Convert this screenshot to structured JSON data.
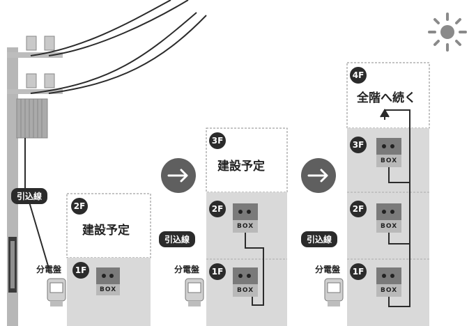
{
  "scene1": {
    "intro_line_label": "引込線",
    "distribution_board_label": "分電盤",
    "floor1": "1F",
    "floor2": "2F",
    "planned_text": "建設予定",
    "box_label": "BOX"
  },
  "scene2": {
    "intro_line_label": "引込線",
    "distribution_board_label": "分電盤",
    "floor1": "1F",
    "floor2": "2F",
    "floor3": "3F",
    "planned_text": "建設予定",
    "box_label": "BOX"
  },
  "scene3": {
    "intro_line_label": "引込線",
    "distribution_board_label": "分電盤",
    "floor1": "1F",
    "floor2": "2F",
    "floor3": "3F",
    "floor4": "4F",
    "continues_text": "全階へ続く",
    "box_label": "BOX"
  },
  "colors": {
    "dark": "#2b2b2b",
    "building": "#d9d9d9",
    "box": "#7a7a7a",
    "arrow_circle": "#5f5f5f",
    "pole": "#b7b7b7"
  }
}
